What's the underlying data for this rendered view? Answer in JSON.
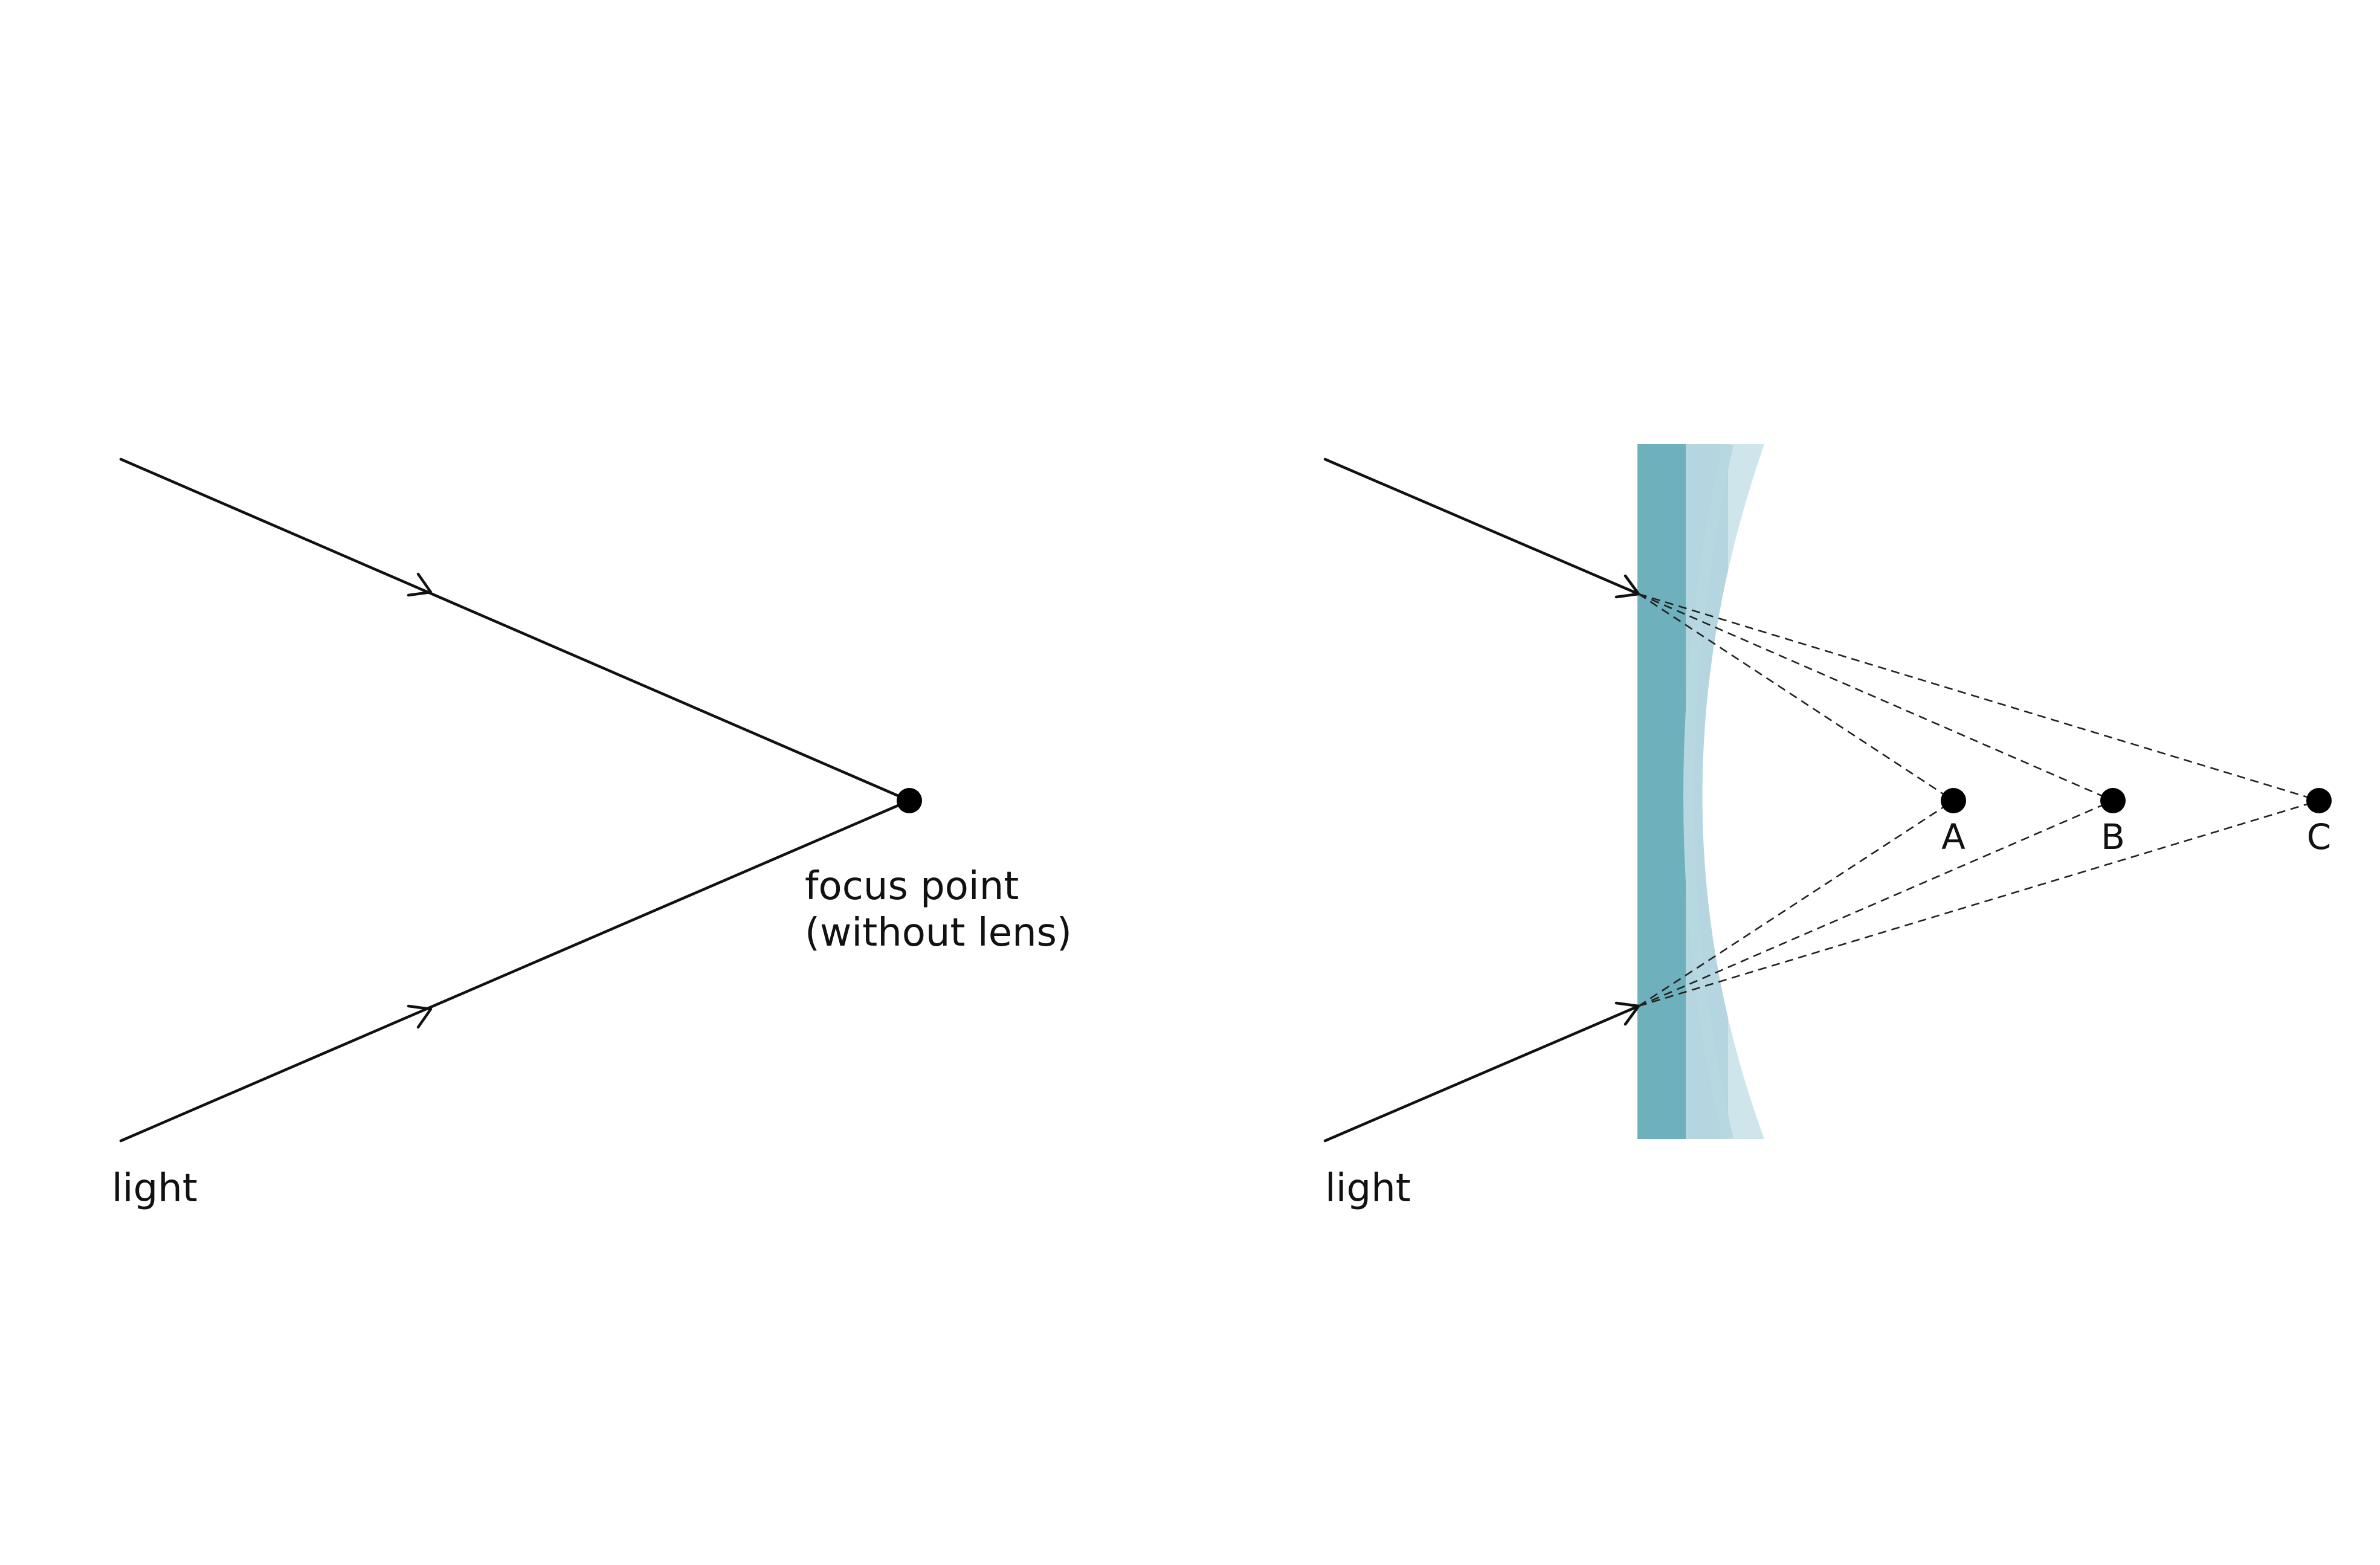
{
  "left_panel": {
    "light_label": "light",
    "focus_label_line1": "focus point",
    "focus_label_line2": "(without lens)"
  },
  "right_panel": {
    "light_label": "light",
    "points": [
      {
        "label": "A"
      },
      {
        "label": "B"
      },
      {
        "label": "C"
      }
    ]
  },
  "colors": {
    "lens_dark": "#6fb0bd",
    "lens_light": "#cfe5ec",
    "ray": "#111111"
  }
}
